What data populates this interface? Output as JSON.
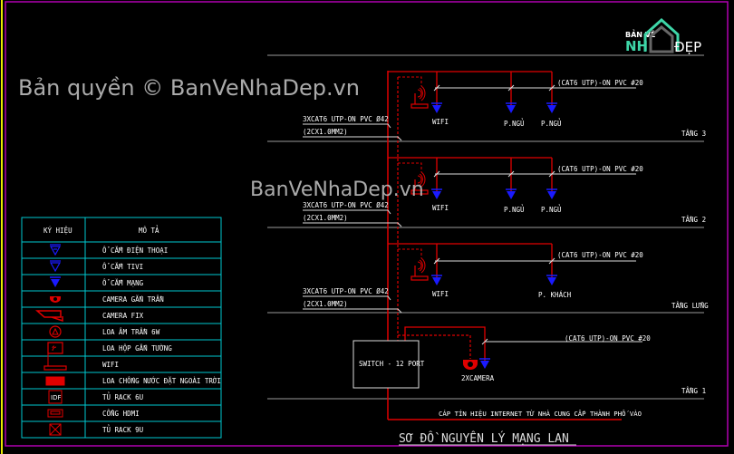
{
  "title": "SƠ ĐỒ NGUYÊN LÝ MẠNG LAN",
  "logo": {
    "text_top": "BẢN VẼ",
    "text_left": "NH",
    "text_right": "ĐẸP"
  },
  "watermarks": {
    "center": "BanVeNhaDep.vn",
    "bottom": "Bản quyền © BanVeNhaDep.vn"
  },
  "colors": {
    "frame": "#b000b0",
    "riser": "#e00000",
    "outlet": "#1a1aff",
    "table": "#00c8d0",
    "text": "#ffffff"
  },
  "legend": {
    "headers": [
      "KÝ HIỆU",
      "MÔ TẢ"
    ],
    "rows": [
      {
        "icon": "phone-outlet-icon",
        "label": "Ổ CẮM ĐIỆN THOẠI"
      },
      {
        "icon": "tv-outlet-icon",
        "label": "Ổ CẮM TIVI"
      },
      {
        "icon": "network-outlet-icon",
        "label": "Ổ CẮM MẠNG"
      },
      {
        "icon": "ceiling-camera-icon",
        "label": "CAMERA GẮN TRẦN"
      },
      {
        "icon": "fixed-camera-icon",
        "label": "CAMERA FIX"
      },
      {
        "icon": "ceiling-speaker-icon",
        "label": "LOA ÂM TRẦN 6W"
      },
      {
        "icon": "wall-speaker-icon",
        "label": "LOA HỘP GẮN TƯỜNG"
      },
      {
        "icon": "wifi-router-icon",
        "label": "WIFI"
      },
      {
        "icon": "outdoor-speaker-icon",
        "label": "LOA CHỐNG NƯỚC ĐẶT NGOÀI TRỜI"
      },
      {
        "icon": "idf-icon",
        "label": "TỦ RACK 6U",
        "icon_text": "IDF"
      },
      {
        "icon": "hdmi-port-icon",
        "label": "CỔNG HDMI"
      },
      {
        "icon": "rack-9u-icon",
        "label": "TỦ RACK 9U"
      }
    ]
  },
  "floors": [
    {
      "name": "TẦNG 3",
      "riser_label": "3XCAT6 UTP-ON PVC Ø42",
      "power_label": "(2CX1.0MM2)",
      "cable_label": "(CAT6 UTP)-ON PVC #20",
      "outlets": [
        "WIFI",
        "P.NGỦ",
        "P.NGỦ"
      ]
    },
    {
      "name": "TẦNG 2",
      "riser_label": "3XCAT6 UTP-ON PVC Ø42",
      "power_label": "(2CX1.0MM2)",
      "cable_label": "(CAT6 UTP)-ON PVC #20",
      "outlets": [
        "WIFI",
        "P.NGỦ",
        "P.NGỦ"
      ]
    },
    {
      "name": "TẦNG LỬNG",
      "riser_label": "3XCAT6 UTP-ON PVC Ø42",
      "power_label": "(2CX1.0MM2)",
      "cable_label": "(CAT6 UTP)-ON PVC #20",
      "outlets": [
        "WIFI",
        "P. KHÁCH"
      ]
    },
    {
      "name": "TẦNG 1",
      "switch_label": "SWITCH - 12 PORT",
      "cable_label": "(CAT6 UTP)-ON PVC #20",
      "camera_label": "2XCAMERA"
    }
  ],
  "internet_label": "CÁP TÍN HIỆU INTERNET TỪ NHÀ CUNG CẤP THÀNH PHỐ VÀO"
}
